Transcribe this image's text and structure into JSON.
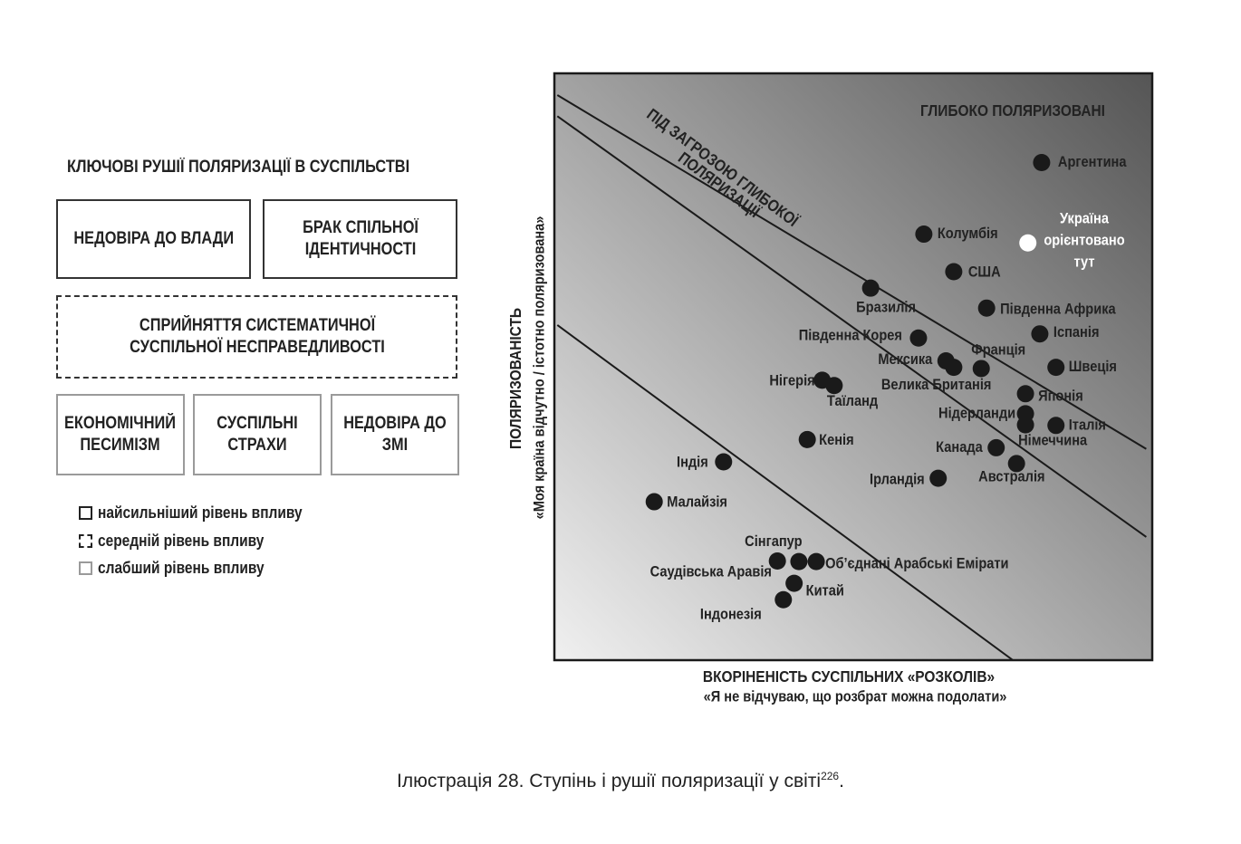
{
  "drivers": {
    "title": "КЛЮЧОВІ РУШІЇ ПОЛЯРИЗАЦІЇ В СУСПІЛЬСТВІ",
    "boxes": [
      {
        "label": "НЕДОВІРА ДО ВЛАДИ",
        "level": "strong"
      },
      {
        "label": "БРАК СПІЛЬНОЇ ІДЕНТИЧНОСТІ",
        "level": "strong"
      },
      {
        "label": "СПРИЙНЯТТЯ СИСТЕМАТИЧНОЇ СУСПІЛЬНОЇ НЕСПРАВЕДЛИВОСТІ",
        "level": "medium"
      },
      {
        "label": "ЕКОНОМІЧНИЙ ПЕСИМІЗМ",
        "level": "weak"
      },
      {
        "label": "СУСПІЛЬНІ СТРАХИ",
        "level": "weak"
      },
      {
        "label": "НЕДОВІРА ДО ЗМІ",
        "level": "weak"
      }
    ],
    "legend": [
      {
        "label": "найсильніший рівень впливу",
        "style": "strong"
      },
      {
        "label": "середній рівень впливу",
        "style": "medium"
      },
      {
        "label": "слабший рівень впливу",
        "style": "weak"
      }
    ]
  },
  "chart_data": {
    "type": "scatter",
    "xlabel": "ВКОРІНЕНІСТЬ СУСПІЛЬНИХ «РОЗКОЛІВ»",
    "xlabel_sub": "«Я не відчуваю, що розбрат можна подолати»",
    "ylabel": "ПОЛЯРИЗОВАНІСТЬ",
    "ylabel_sub": "«Моя країна відчутно / істотно поляризована»",
    "xlim": [
      0,
      100
    ],
    "ylim": [
      0,
      100
    ],
    "colors": {
      "point": "#1a1a1a",
      "highlight": "#ffffff",
      "frame": "#1a1a1a",
      "grad_light": "#f0f0f0",
      "grad_dark": "#555555"
    },
    "zones": [
      {
        "label": "ГЛИБОКО ПОЛЯРИЗОВАНІ"
      },
      {
        "label": "ПІД ЗАГРОЗОЮ ГЛИБОКОЇ ПОЛЯРИЗАЦІЇ",
        "lines": [
          "ПІД ЗАГРОЗОЮ ГЛИБОКОЇ",
          "ПОЛЯРИЗАЦІЇ"
        ]
      }
    ],
    "boundaries": [
      {
        "from": [
          0.5,
          96.3
        ],
        "to": [
          99,
          36
        ]
      },
      {
        "from": [
          0.5,
          92.7
        ],
        "to": [
          99,
          21
        ]
      },
      {
        "from": [
          0.5,
          57.1
        ],
        "to": [
          76.7,
          0
        ]
      }
    ],
    "points": [
      {
        "name": "Аргентина",
        "x": 81.5,
        "y": 84.8
      },
      {
        "name": "Україна орієнтовано тут",
        "lines": [
          "Україна",
          "орієнтовано",
          "тут"
        ],
        "x": 79.2,
        "y": 71.1,
        "highlight": true
      },
      {
        "name": "Колумбія",
        "x": 61.8,
        "y": 72.6
      },
      {
        "name": "США",
        "x": 66.8,
        "y": 66.2
      },
      {
        "name": "Бразилія",
        "x": 52.9,
        "y": 63.4
      },
      {
        "name": "Південна Африка",
        "x": 72.3,
        "y": 60.0
      },
      {
        "name": "Південна Корея",
        "x": 60.9,
        "y": 54.9
      },
      {
        "name": "Іспанія",
        "x": 81.2,
        "y": 55.6
      },
      {
        "name": "Мексика",
        "x": 65.5,
        "y": 51.0
      },
      {
        "name": "Франція",
        "x": 71.4,
        "y": 49.7
      },
      {
        "name": "Велика Британія",
        "x": 66.8,
        "y": 49.9
      },
      {
        "name": "Швеція",
        "x": 83.9,
        "y": 49.9
      },
      {
        "name": "Нігерія",
        "x": 44.8,
        "y": 47.7
      },
      {
        "name": "Таїланд",
        "x": 46.8,
        "y": 46.8
      },
      {
        "name": "Японія",
        "x": 78.8,
        "y": 45.4
      },
      {
        "name": "Нідерланди",
        "x": 78.8,
        "y": 42.0
      },
      {
        "name": "Німеччина",
        "x": 78.8,
        "y": 40.1
      },
      {
        "name": "Італія",
        "x": 83.9,
        "y": 40.0
      },
      {
        "name": "Кенія",
        "x": 42.3,
        "y": 37.6
      },
      {
        "name": "Канада",
        "x": 73.9,
        "y": 36.2
      },
      {
        "name": "Австралія",
        "x": 77.3,
        "y": 33.5
      },
      {
        "name": "Ірландія",
        "x": 64.2,
        "y": 31.0
      },
      {
        "name": "Індія",
        "x": 28.3,
        "y": 33.8
      },
      {
        "name": "Малайзія",
        "x": 16.7,
        "y": 27.0
      },
      {
        "name": "Сінгапур",
        "x": 37.3,
        "y": 16.9
      },
      {
        "name": "Саудівська Аравія",
        "x": 40.9,
        "y": 16.8
      },
      {
        "name": "Об’єднані Арабські Емірати",
        "x": 43.8,
        "y": 16.8
      },
      {
        "name": "Китай",
        "x": 40.1,
        "y": 13.1
      },
      {
        "name": "Індонезія",
        "x": 38.3,
        "y": 10.3
      }
    ]
  },
  "caption": {
    "text": "Ілюстрація 28. Ступінь і рушії поляризації у світі",
    "sup": "226",
    "end": "."
  }
}
